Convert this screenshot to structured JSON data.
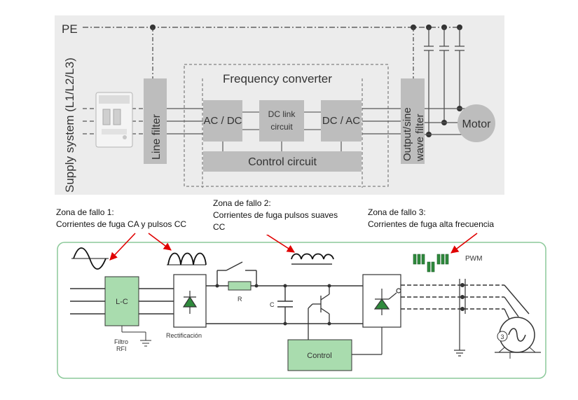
{
  "top_diagram": {
    "pe_label": "PE",
    "supply_label": "Supply system (L1/L2/L3)",
    "line_filter_label": "Line filter",
    "frequency_converter_label": "Frequency converter",
    "ac_dc_label": "AC / DC",
    "dc_link_line1": "DC link",
    "dc_link_line2": "circuit",
    "dc_ac_label": "DC / AC",
    "control_circuit_label": "Control circuit",
    "output_filter_line1": "Output/sine",
    "output_filter_line2": "wave filter",
    "motor_label": "Motor"
  },
  "fault_zones": [
    {
      "title": "Zona de fallo 1:",
      "desc": "Corrientes de fuga CA y pulsos CC"
    },
    {
      "title": "Zona de fallo 2:",
      "desc": "Corrientes de fuga pulsos suaves",
      "desc2": "CC"
    },
    {
      "title": "Zona de fallo 3:",
      "desc": "Corrientes de fuga alta frecuencia"
    }
  ],
  "bottom_diagram": {
    "lc_label": "L-C",
    "filtro_line1": "Filtro",
    "filtro_line2": "RFI",
    "rectificacion_label": "Rectificación",
    "r_label": "R",
    "c_label": "C",
    "control_label": "Control",
    "pwm_label": "PWM",
    "motor_number": "3"
  },
  "colors": {
    "top_background": "#ececec",
    "block_fill": "#bdbdbd",
    "green_block": "#a9dcae",
    "green_border": "#8cc99a",
    "arrow_red": "#e00000"
  }
}
